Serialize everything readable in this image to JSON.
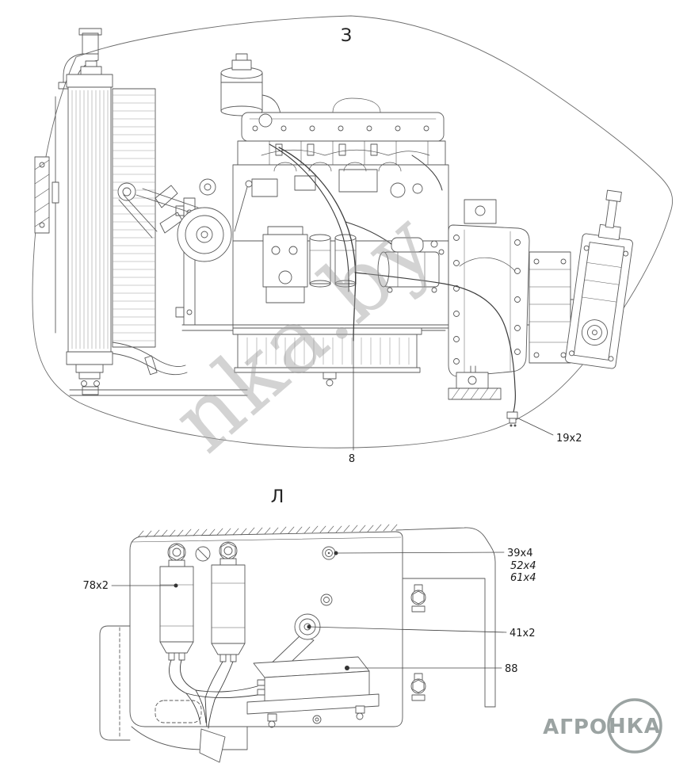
{
  "figure": {
    "top_view": {
      "label": "З",
      "callouts": {
        "c19": "19x2",
        "c8": "8"
      }
    },
    "bottom_view": {
      "label": "Л",
      "callouts": {
        "c78": "78x2",
        "c39": "39x4",
        "c52": "52x4",
        "c61": "61x4",
        "c41": "41x2",
        "c88": "88"
      }
    }
  },
  "watermark": {
    "text": "nka.by"
  },
  "logo": {
    "left": "АГРО",
    "circle": "НКА"
  },
  "colors": {
    "line": "#595959",
    "harness": "#3d3d3d",
    "callout_text": "#1a1a1a",
    "watermark": "#9e9e9e",
    "logo": "#9ba3a2",
    "background": "#ffffff"
  }
}
